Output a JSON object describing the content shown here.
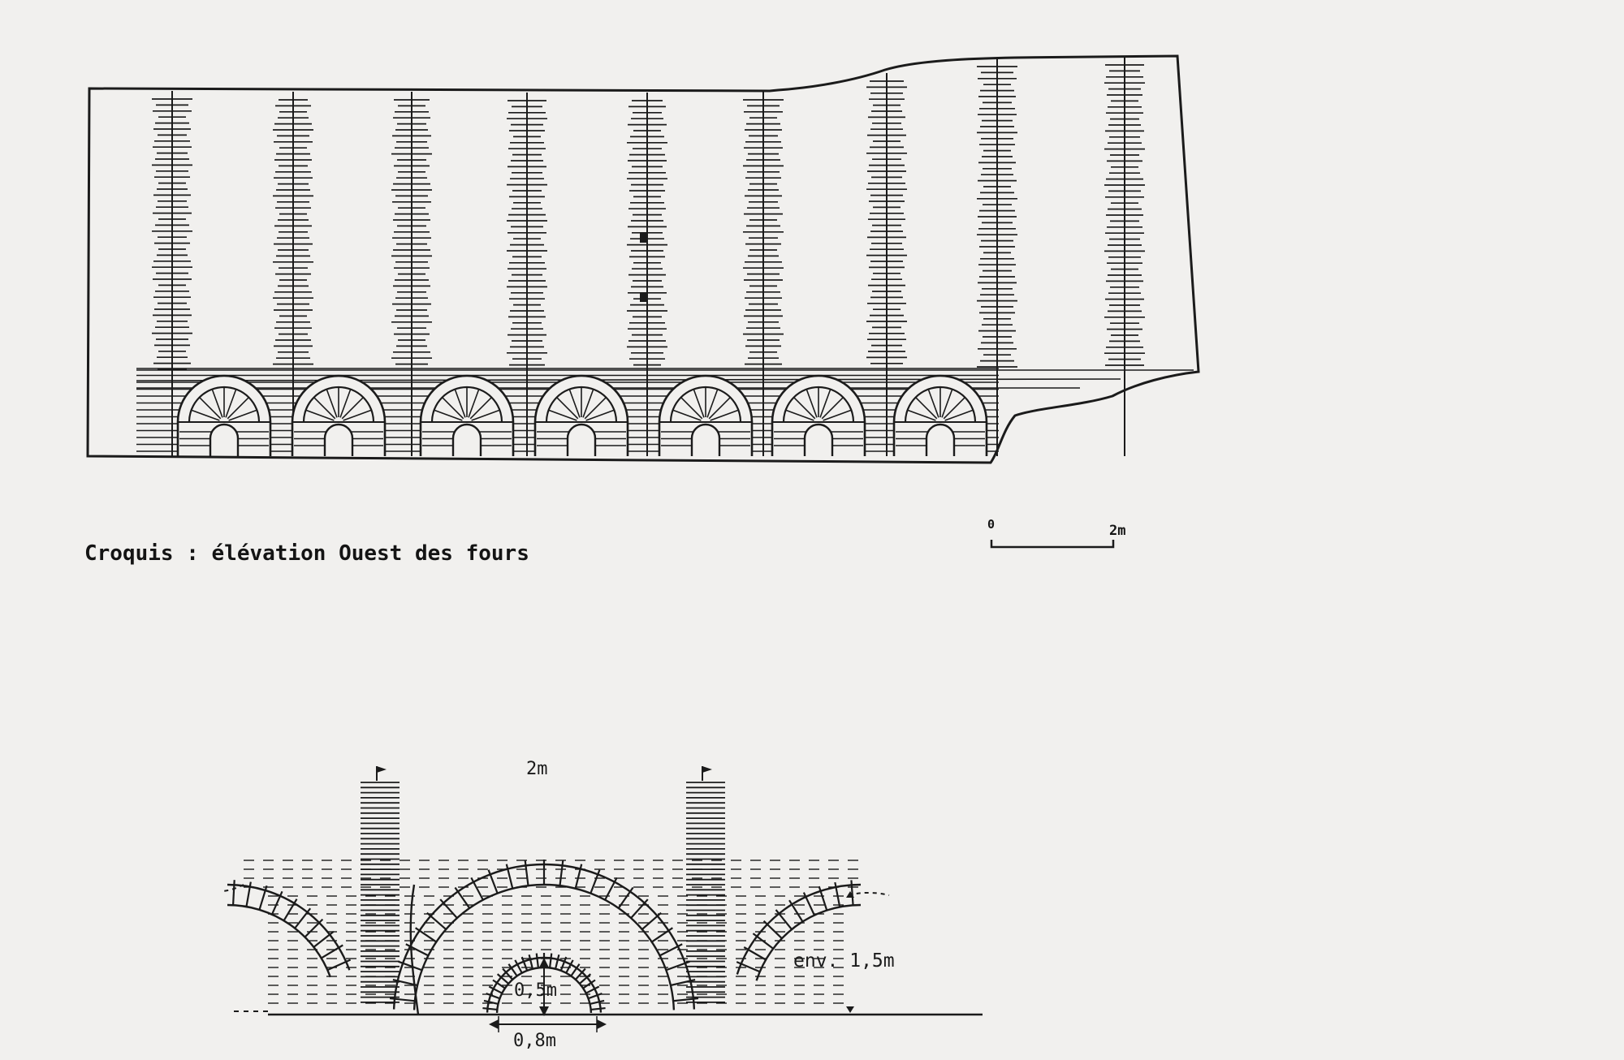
{
  "caption": "Croquis : élévation Ouest des fours",
  "scale_bar": {
    "start_label": "0",
    "end_label": "2m"
  },
  "elevation": {
    "pillar_count": 9,
    "oven_arch_count": 7
  },
  "section": {
    "top_dimension": "2m",
    "height_label": "env. 1,5m",
    "opening_height_label": "0,5m",
    "opening_width_label": "0,8m"
  },
  "colors": {
    "paper": "#f1f0ee",
    "ink": "#1b1b1b"
  }
}
